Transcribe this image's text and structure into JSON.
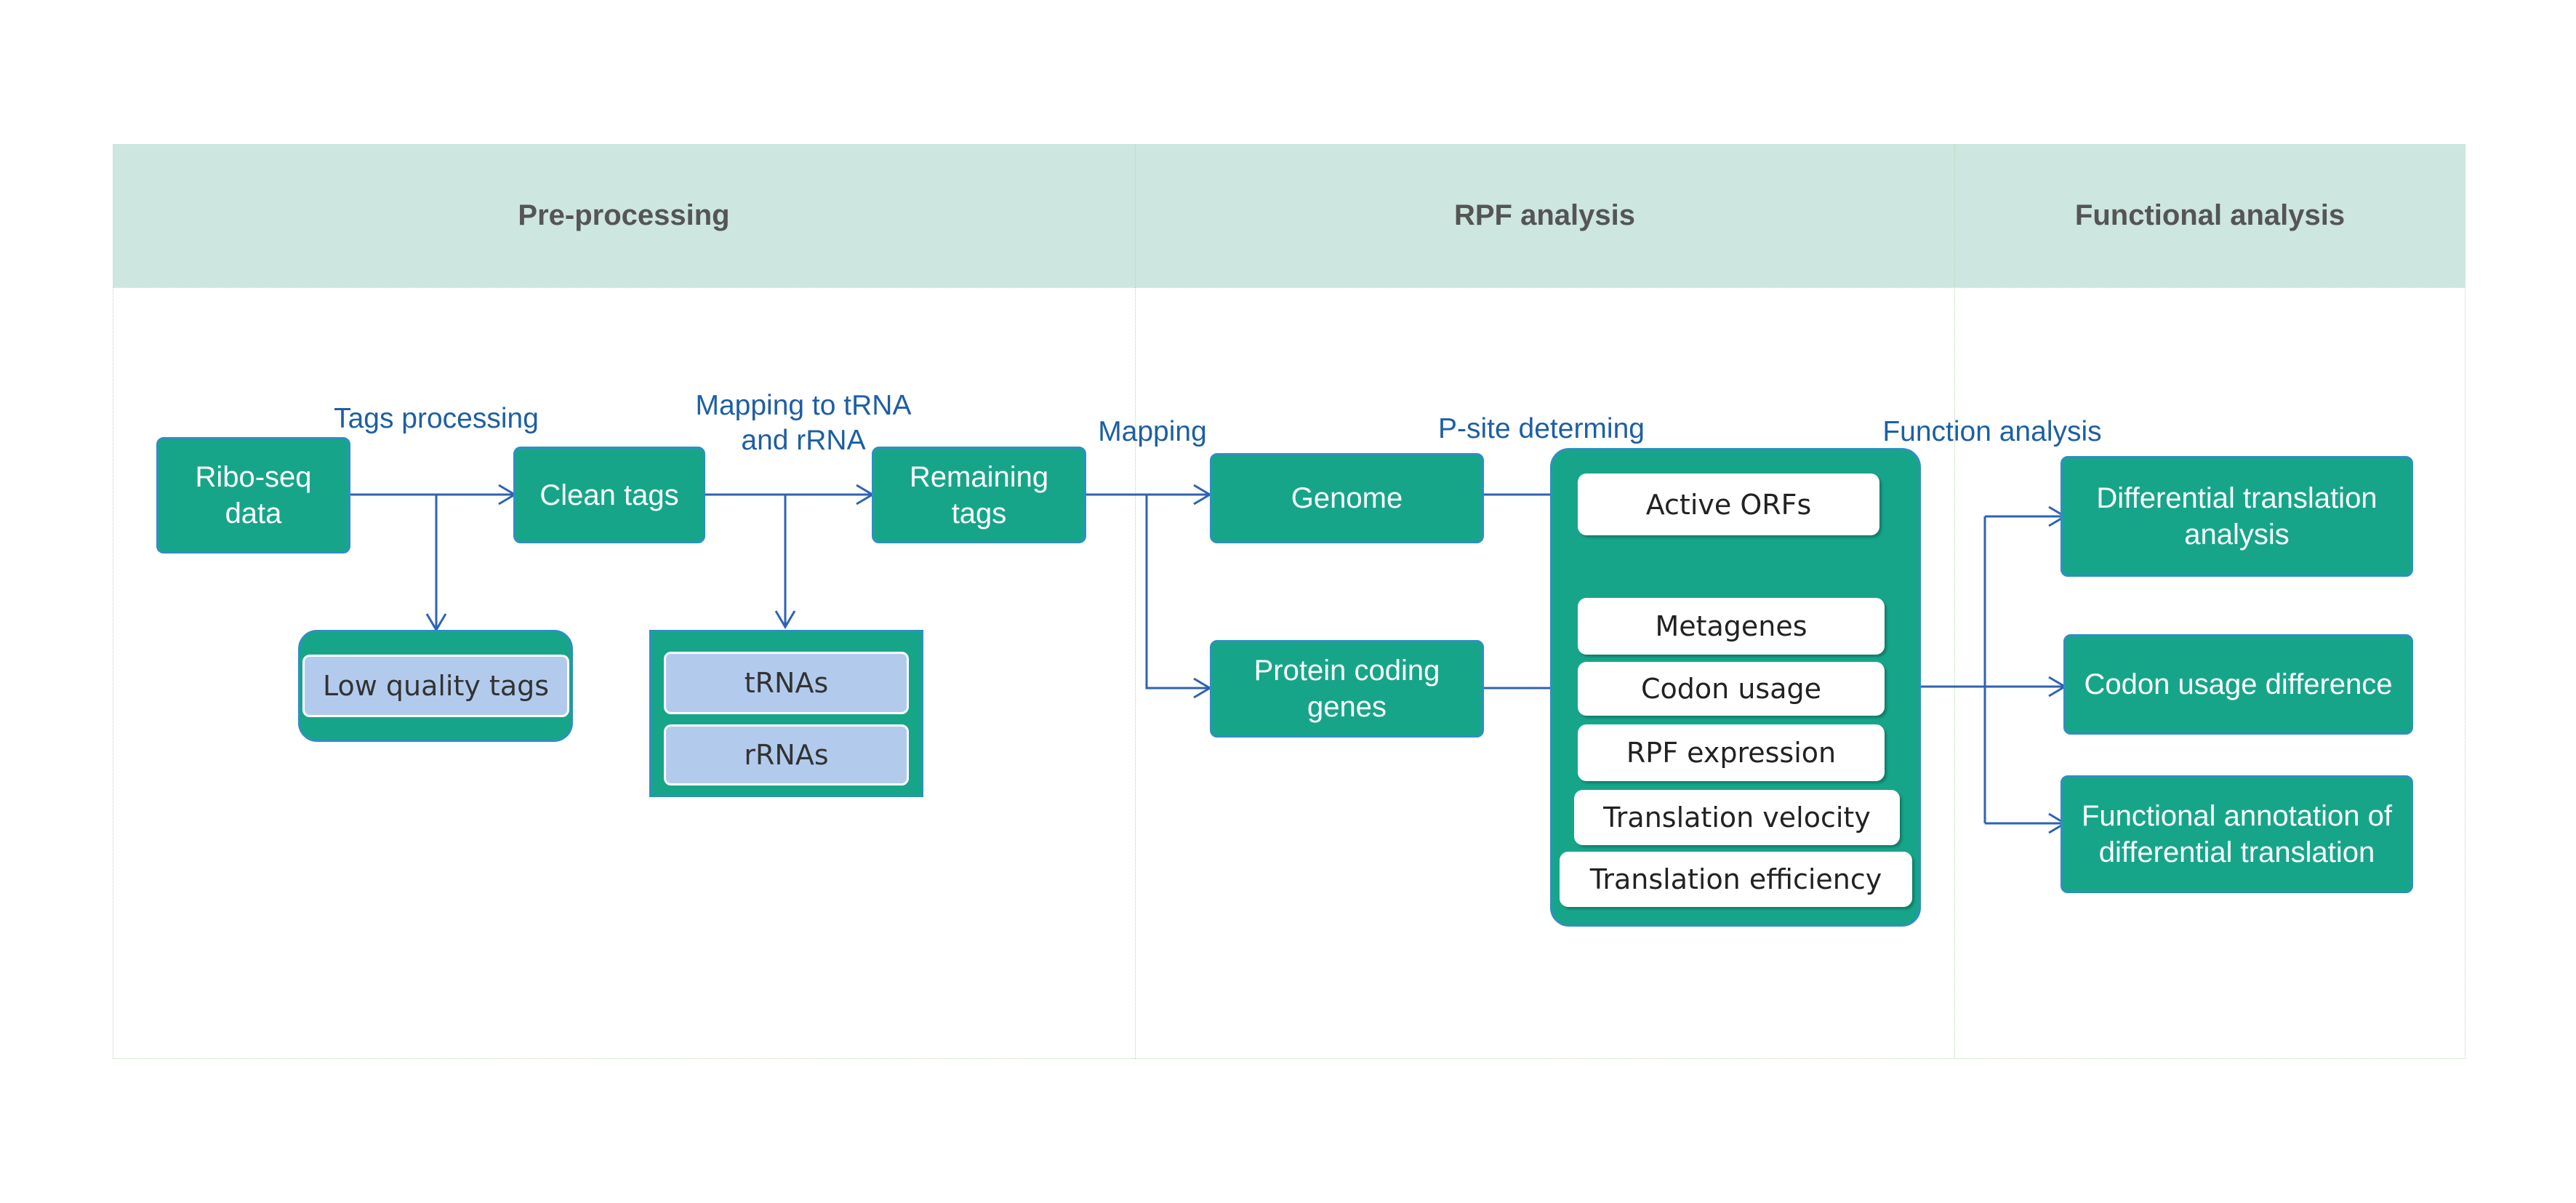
{
  "colors": {
    "header_bg": "#cde6df",
    "box": "#17a58a",
    "box_border": "#2e8fc2",
    "arrow": "#2e63b3",
    "label": "#1e5fa3",
    "sub_box": "#b2cbed"
  },
  "headers": [
    "Pre-processing",
    "RPF analysis",
    "Functional analysis"
  ],
  "step_labels": {
    "tags_processing": "Tags processing",
    "mapping_trna_1": "Mapping to tRNA",
    "mapping_trna_2": "and rRNA",
    "mapping": "Mapping",
    "psite": "P-site determing",
    "function_analysis": "Function analysis"
  },
  "nodes": {
    "riboseq_1": "Ribo-seq",
    "riboseq_2": "data",
    "clean_tags": "Clean tags",
    "remaining_1": "Remaining",
    "remaining_2": "tags",
    "genome": "Genome",
    "protein_1": "Protein coding",
    "protein_2": "genes",
    "low_quality": "Low quality tags",
    "trnas": "tRNAs",
    "rrnas": "rRNAs"
  },
  "rpf_outputs": [
    "Active ORFs",
    "Metagenes",
    "Codon usage",
    "RPF expression",
    "Translation velocity",
    "Translation efficiency"
  ],
  "functional_outputs": {
    "diff_1": "Differential translation",
    "diff_2": "analysis",
    "codon_diff": "Codon usage difference",
    "annot_1": "Functional annotation of",
    "annot_2": "differential translation"
  }
}
